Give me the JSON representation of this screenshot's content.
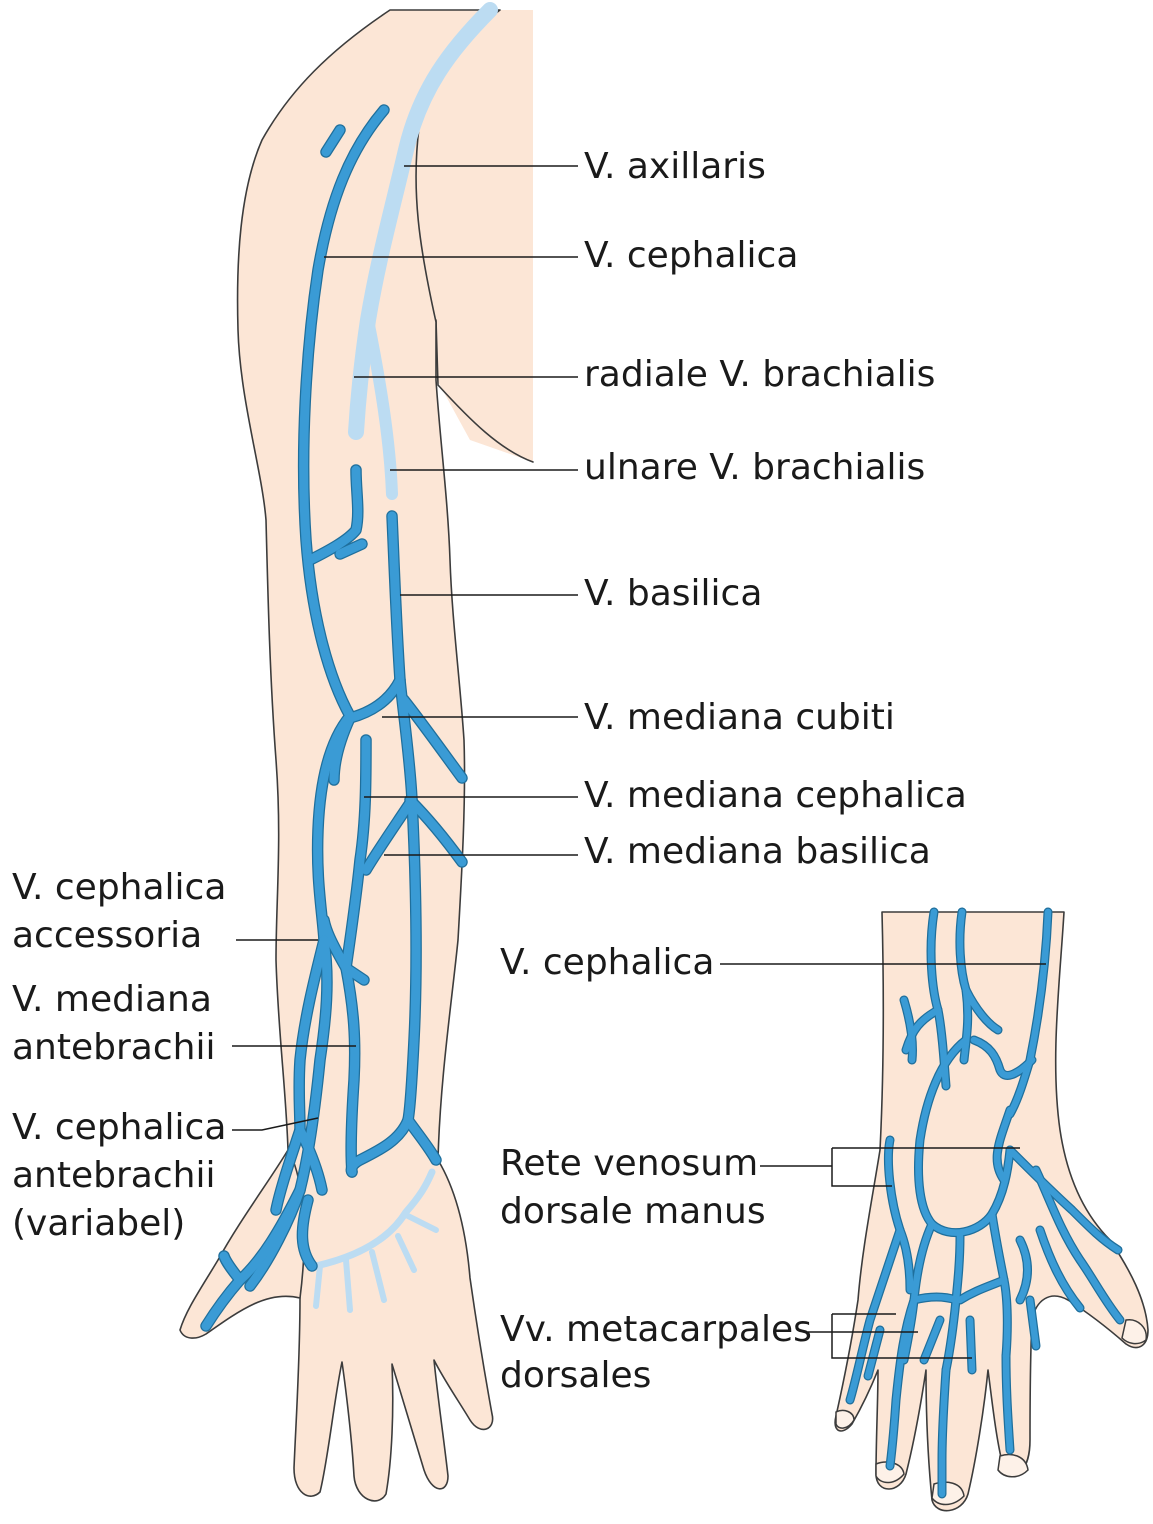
{
  "labels": {
    "axillaris": "V. axillaris",
    "cephalica": "V. cephalica",
    "radiale_brachialis": "radiale V. brachialis",
    "ulnare_brachialis": "ulnare V. brachialis",
    "basilica": "V. basilica",
    "mediana_cubiti": "V. mediana cubiti",
    "mediana_cephalica": "V. mediana cephalica",
    "mediana_basilica": "V. mediana basilica",
    "cephalica_accessoria": [
      "V. cephalica",
      "accessoria"
    ],
    "mediana_antebrachii": [
      "V. mediana",
      "antebrachii"
    ],
    "cephalica_antebrachii": [
      "V. cephalica",
      "antebrachii",
      "(variabel)"
    ],
    "hand_cephalica": "V. cephalica",
    "rete_venosum": [
      "Rete venosum",
      "dorsale manus"
    ],
    "metacarpales": [
      "Vv. metacarpales",
      "dorsales"
    ]
  },
  "colors": {
    "skin": "#fce6d6",
    "outline": "#3c3c3c",
    "superficial_vein": "#3a9bd5",
    "vein_edge": "#1f6f9c",
    "deep_vein": "#bcdcf2"
  }
}
